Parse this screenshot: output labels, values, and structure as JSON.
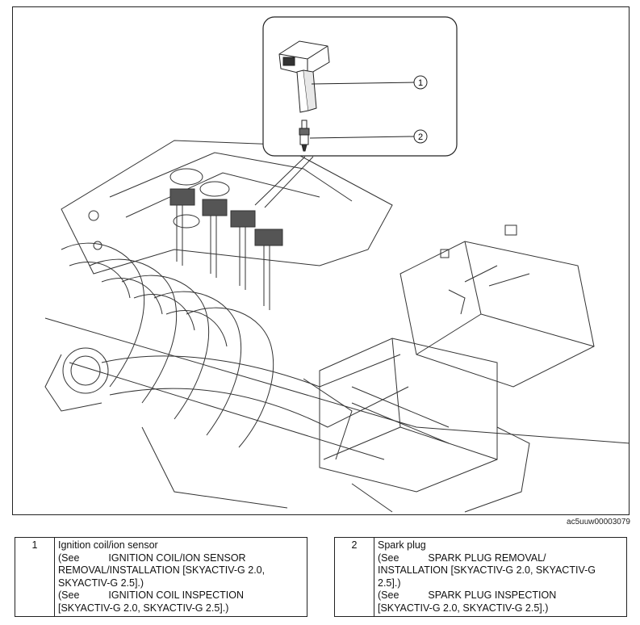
{
  "figure": {
    "code": "ac5uuw00003079",
    "callouts": [
      {
        "number": "1"
      },
      {
        "number": "2"
      }
    ]
  },
  "legend": [
    {
      "number": "1",
      "name": "Ignition coil/ion sensor",
      "ref1_see": "(See",
      "ref1_title": "IGNITION COIL/ION SENSOR",
      "ref1_line2": "REMOVAL/INSTALLATION [SKYACTIV-G 2.0,",
      "ref1_line3": "SKYACTIV-G 2.5].)",
      "ref2_see": "(See",
      "ref2_title": "IGNITION COIL INSPECTION",
      "ref2_line2": "[SKYACTIV-G 2.0, SKYACTIV-G 2.5].)"
    },
    {
      "number": "2",
      "name": "Spark plug",
      "ref1_see": "(See",
      "ref1_title": "SPARK PLUG REMOVAL/",
      "ref1_line2": "INSTALLATION [SKYACTIV-G 2.0, SKYACTIV-G",
      "ref1_line3": "2.5].)",
      "ref2_see": "(See",
      "ref2_title": "SPARK PLUG INSPECTION",
      "ref2_line2": "[SKYACTIV-G 2.0, SKYACTIV-G 2.5].)"
    }
  ]
}
